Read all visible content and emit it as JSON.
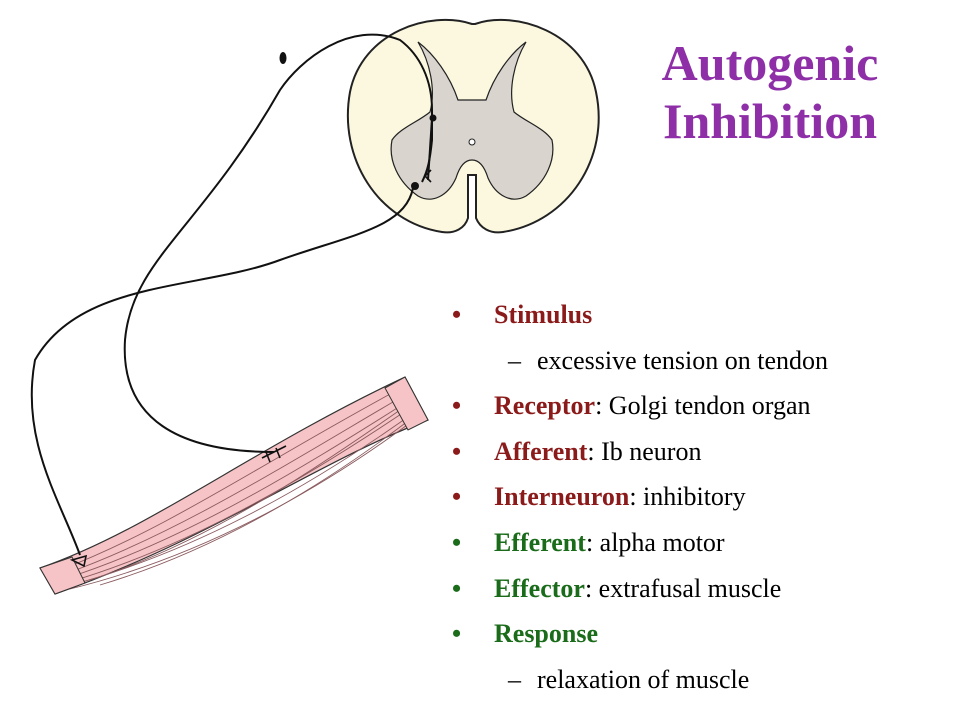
{
  "title": {
    "line1": "Autogenic",
    "line2": "Inhibition"
  },
  "colors": {
    "title": "#8e2fa8",
    "afferent_terms": "#8b1a1a",
    "efferent_terms": "#1a6b1a",
    "muscle_fill": "#f6c4c6",
    "spinal_white_matter": "#fbf8df",
    "spinal_gray_matter": "#d9d4ce"
  },
  "bullets": [
    {
      "bullet": "•",
      "term": "Stimulus",
      "rest": "",
      "color": "#8b1a1a"
    },
    {
      "sub": true,
      "dash": "–",
      "text": "excessive tension on tendon"
    },
    {
      "bullet": "•",
      "term": "Receptor",
      "rest": ": Golgi tendon organ",
      "color": "#8b1a1a"
    },
    {
      "bullet": "•",
      "term": "Afferent",
      "rest": ": Ib neuron",
      "color": "#8b1a1a"
    },
    {
      "bullet": "•",
      "term": "Interneuron",
      "rest": ": inhibitory",
      "color": "#8b1a1a"
    },
    {
      "bullet": "•",
      "term": "Efferent",
      "rest": ": alpha motor",
      "color": "#1a6b1a"
    },
    {
      "bullet": "•",
      "term": "Effector",
      "rest": ": extrafusal muscle",
      "color": "#1a6b1a"
    },
    {
      "bullet": "•",
      "term": "Response",
      "rest": "",
      "color": "#1a6b1a"
    },
    {
      "sub": true,
      "dash": "–",
      "text": "relaxation of muscle"
    }
  ]
}
